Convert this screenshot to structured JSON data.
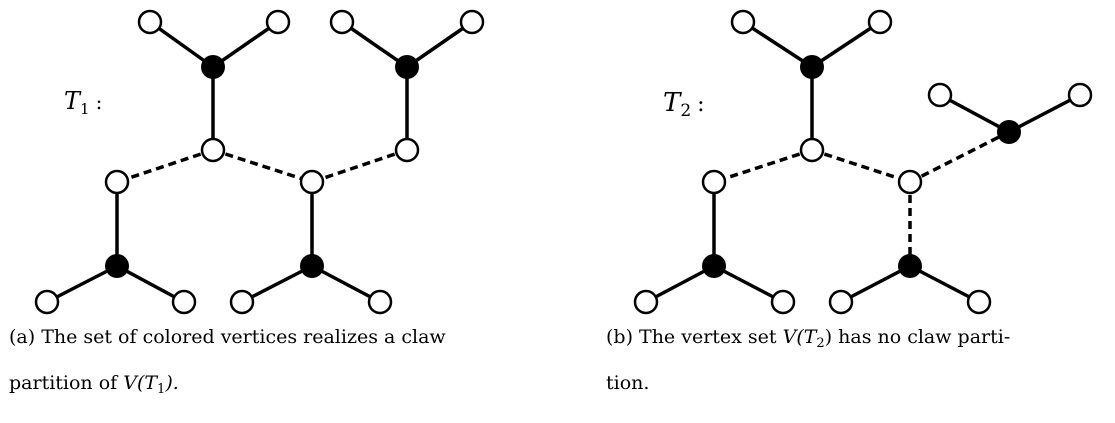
{
  "subfigures": [
    {
      "id": "a",
      "label": "T",
      "label_sub": "1",
      "label_suffix": ":",
      "caption_line1": "(a) The set of colored vertices realizes a claw",
      "caption_line2_pre": "partition of ",
      "caption_line2_math": "V(T",
      "caption_line2_sub": "1",
      "caption_line2_post": ")."
    },
    {
      "id": "b",
      "label": "T",
      "label_sub": "2",
      "label_suffix": ":",
      "caption_line1_pre": "(b) The vertex set ",
      "caption_line1_math": "V(T",
      "caption_line1_sub": "2",
      "caption_line1_post": ") has no claw parti-",
      "caption_line2": "tion."
    }
  ],
  "colors": {
    "stroke": "#000000",
    "filled_vertex": "#000000",
    "open_vertex": "#ffffff"
  }
}
